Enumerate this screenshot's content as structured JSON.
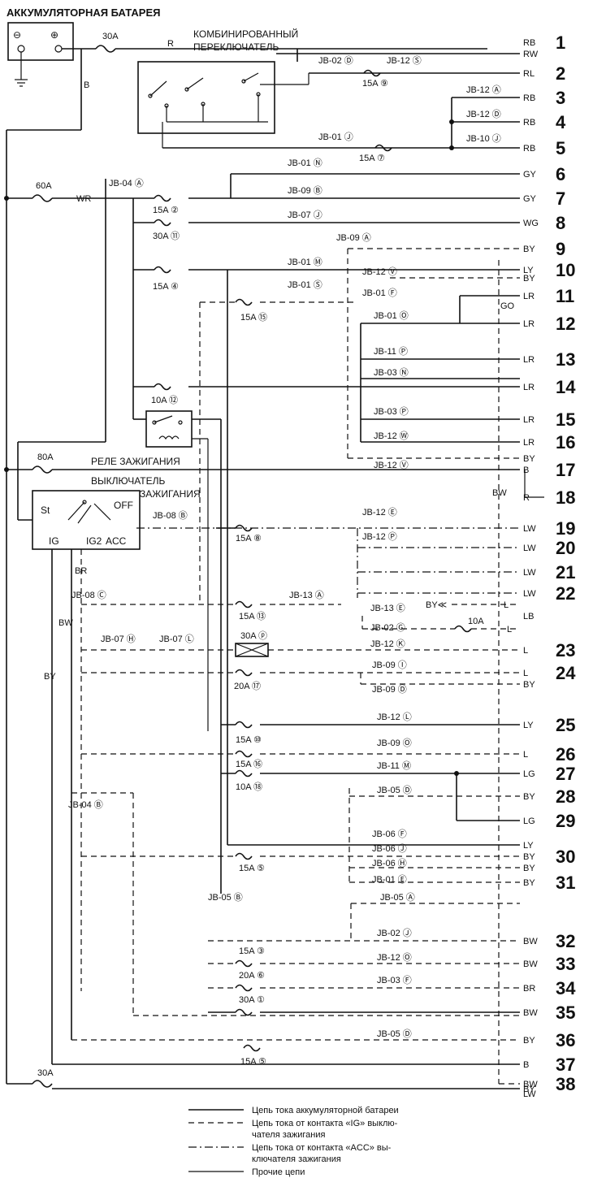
{
  "title": "АККУМУЛЯТОРНАЯ БАТАРЕЯ",
  "battery": {
    "minus": "⊖",
    "plus": "⊕"
  },
  "combo_switch": "КОМБИНИРОВАННЫЙ",
  "combo_switch2": "ПЕРЕКЛЮЧАТЕЛЬ",
  "relay_label": "РЕЛЕ ЗАЖИГАНИЯ",
  "ign_switch": "ВЫКЛЮЧАТЕЛЬ",
  "ign_switch2": "ЗАЖИГАНИЯ",
  "ign_contacts": {
    "st": "St",
    "ig1": "IG",
    "ig2": "IG2",
    "acc": "ACC",
    "off": "OFF"
  },
  "main_fuses": {
    "f30": "30A",
    "f60": "60A",
    "f80": "80A",
    "f30b": "30A",
    "f10": "10A"
  },
  "wires": {
    "r": "R",
    "b": "B",
    "wr": "WR",
    "br": "BR",
    "bw": "BW",
    "by": "BY"
  },
  "left_labels": {
    "jb04a": "JB-04 Ⓐ",
    "jb08c": "JB-08 Ⓒ",
    "jb07h": "JB-07 Ⓗ",
    "jb07l": "JB-07 Ⓛ",
    "jb04b": "JB-04 Ⓑ",
    "jb08b": "JB-08 Ⓑ",
    "jb05b": "JB-05 Ⓑ"
  },
  "fuse_labels": [
    {
      "text": "15A ⑨"
    },
    {
      "text": "15A ⑦"
    },
    {
      "text": "15A ②"
    },
    {
      "text": "30A ⑪"
    },
    {
      "text": "15A ④"
    },
    {
      "text": "15A ⑮"
    },
    {
      "text": "10A ⑫"
    },
    {
      "text": "15A ⑧"
    },
    {
      "text": "15A ⑬"
    },
    {
      "text": "30A ⓟ"
    },
    {
      "text": "20A ⑰"
    },
    {
      "text": "15A ⑩"
    },
    {
      "text": "15A ⑯"
    },
    {
      "text": "10A ⑱"
    },
    {
      "text": "15A ⑤"
    },
    {
      "text": "15A ③"
    },
    {
      "text": "20A ⑥"
    },
    {
      "text": "30A ①"
    },
    {
      "text": "15A ⑤"
    }
  ],
  "jb_labels": [
    {
      "text": "JB-02 Ⓓ"
    },
    {
      "text": "JB-12 Ⓢ"
    },
    {
      "text": "JB-12 Ⓐ"
    },
    {
      "text": "JB-12 Ⓓ"
    },
    {
      "text": "JB-10 Ⓙ"
    },
    {
      "text": "JB-01 Ⓙ"
    },
    {
      "text": "JB-01 Ⓝ"
    },
    {
      "text": "JB-09 Ⓑ"
    },
    {
      "text": "JB-07 Ⓙ"
    },
    {
      "text": "JB-09 Ⓐ"
    },
    {
      "text": "JB-01 Ⓜ"
    },
    {
      "text": "JB-12 Ⓥ"
    },
    {
      "text": "JB-01 Ⓢ"
    },
    {
      "text": "JB-01 Ⓕ"
    },
    {
      "text": "JB-01 Ⓞ"
    },
    {
      "text": "JB-11 Ⓟ"
    },
    {
      "text": "JB-03 Ⓝ"
    },
    {
      "text": "JB-03 Ⓟ"
    },
    {
      "text": "JB-12 Ⓦ"
    },
    {
      "text": "JB-12 Ⓥ"
    },
    {
      "text": "JB-12 Ⓔ"
    },
    {
      "text": "JB-12 Ⓟ"
    },
    {
      "text": "JB-13 Ⓐ"
    },
    {
      "text": "JB-13 Ⓔ"
    },
    {
      "text": "JB-02 Ⓖ"
    },
    {
      "text": "JB-12 Ⓚ"
    },
    {
      "text": "JB-09 Ⓘ"
    },
    {
      "text": "JB-09 Ⓓ"
    },
    {
      "text": "JB-12 Ⓛ"
    },
    {
      "text": "JB-09 Ⓞ"
    },
    {
      "text": "JB-11 Ⓜ"
    },
    {
      "text": "JB-05 Ⓓ"
    },
    {
      "text": "JB-06 Ⓕ"
    },
    {
      "text": "JB-06 Ⓙ"
    },
    {
      "text": "JB-06 Ⓗ"
    },
    {
      "text": "JB-01 Ⓔ"
    },
    {
      "text": "JB-05 Ⓐ"
    },
    {
      "text": "JB-02 Ⓙ"
    },
    {
      "text": "JB-12 Ⓞ"
    },
    {
      "text": "JB-03 Ⓕ"
    },
    {
      "text": "JB-05 Ⓓ"
    }
  ],
  "inline_labels": {
    "bw_arrow": "BY≪",
    "f10a": "10A",
    "go": "GO"
  },
  "outputs": [
    {
      "num": "1",
      "code": "RB"
    },
    {
      "num": "",
      "code": "RW"
    },
    {
      "num": "2",
      "code": "RL"
    },
    {
      "num": "3",
      "code": "RB"
    },
    {
      "num": "4",
      "code": "RB"
    },
    {
      "num": "5",
      "code": "RB"
    },
    {
      "num": "6",
      "code": "GY"
    },
    {
      "num": "7",
      "code": "GY"
    },
    {
      "num": "8",
      "code": "WG"
    },
    {
      "num": "9",
      "code": "BY"
    },
    {
      "num": "10",
      "code": "LY"
    },
    {
      "num": "",
      "code": "BY"
    },
    {
      "num": "11",
      "code": "LR"
    },
    {
      "num": "12",
      "code": "LR"
    },
    {
      "num": "13",
      "code": "LR"
    },
    {
      "num": "14",
      "code": "LR"
    },
    {
      "num": "15",
      "code": "LR"
    },
    {
      "num": "16",
      "code": "LR"
    },
    {
      "num": "",
      "code": "BY"
    },
    {
      "num": "17",
      "code": "B"
    },
    {
      "num": "18",
      "code": "R"
    },
    {
      "num": "19",
      "code": "LW"
    },
    {
      "num": "20",
      "code": "LW"
    },
    {
      "num": "21",
      "code": "LW"
    },
    {
      "num": "22",
      "code": "LW"
    },
    {
      "num": "",
      "code": "LB"
    },
    {
      "num": "23",
      "code": "L"
    },
    {
      "num": "24",
      "code": "L"
    },
    {
      "num": "",
      "code": "BY"
    },
    {
      "num": "25",
      "code": "LY"
    },
    {
      "num": "26",
      "code": "L"
    },
    {
      "num": "27",
      "code": "LG"
    },
    {
      "num": "28",
      "code": "BY"
    },
    {
      "num": "29",
      "code": "LG"
    },
    {
      "num": "",
      "code": "LY"
    },
    {
      "num": "30",
      "code": "BY"
    },
    {
      "num": "",
      "code": "BY"
    },
    {
      "num": "31",
      "code": "BY"
    },
    {
      "num": "32",
      "code": "BW"
    },
    {
      "num": "33",
      "code": "BW"
    },
    {
      "num": "34",
      "code": "BR"
    },
    {
      "num": "35",
      "code": "BW"
    },
    {
      "num": "36",
      "code": "BY"
    },
    {
      "num": "37",
      "code": "B"
    },
    {
      "num": "",
      "code": "BY"
    },
    {
      "num": "38",
      "code": "BW"
    },
    {
      "num": "",
      "code": "LW"
    }
  ],
  "side_labels": {
    "bw_vert": "BW",
    "l_22": "L",
    "l_22b": "L",
    "go_11": "GO"
  },
  "legend": [
    {
      "text": "Цепь тока аккумуляторной батареи"
    },
    {
      "text": "Цепь тока от контакта «IG» выклю-"
    },
    {
      "text": "чателя зажигания"
    },
    {
      "text": "Цепь тока от контакта «ACC» вы-"
    },
    {
      "text": "ключателя зажигания"
    },
    {
      "text": "Прочие цепи"
    }
  ]
}
